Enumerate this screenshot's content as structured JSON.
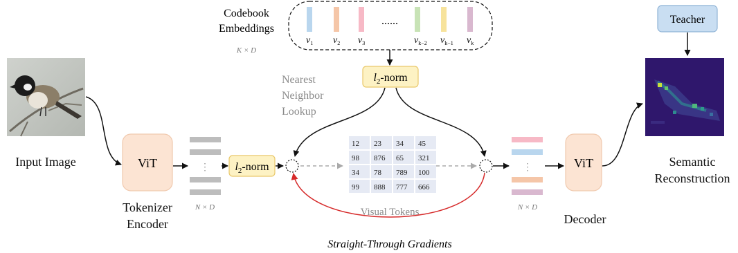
{
  "input": {
    "label": "Input Image"
  },
  "encoder": {
    "block_label": "ViT",
    "caption_line1": "Tokenizer",
    "caption_line2": "Encoder",
    "dims": "N × D"
  },
  "norm_left": {
    "label_base": "l",
    "label_sub": "2",
    "label_rest": "-norm"
  },
  "norm_top": {
    "label_base": "l",
    "label_sub": "2",
    "label_rest": "-norm"
  },
  "codebook": {
    "title_line1": "Codebook",
    "title_line2": "Embeddings",
    "dims": "K × D",
    "ellipsis": "......",
    "entries": [
      {
        "base": "v",
        "sub": "1",
        "color": "#b9d6ee"
      },
      {
        "base": "v",
        "sub": "2",
        "color": "#f5c6a8"
      },
      {
        "base": "v",
        "sub": "3",
        "color": "#f7b9c6"
      },
      {
        "base": "v",
        "sub": "k−2",
        "color": "#c8e3b6"
      },
      {
        "base": "v",
        "sub": "k−1",
        "color": "#f7e39c"
      },
      {
        "base": "v",
        "sub": "k",
        "color": "#d9b8cf"
      }
    ]
  },
  "lookup": {
    "line1": "Nearest",
    "line2": "Neighbor",
    "line3": "Lookup"
  },
  "visual_tokens": {
    "caption": "Visual Tokens",
    "rows": [
      [
        "12",
        "23",
        "34",
        "45"
      ],
      [
        "98",
        "876",
        "65",
        "321"
      ],
      [
        "34",
        "78",
        "789",
        "100"
      ],
      [
        "99",
        "888",
        "777",
        "666"
      ]
    ]
  },
  "gradients": {
    "label": "Straight-Through Gradients"
  },
  "decoder": {
    "block_label": "ViT",
    "caption": "Decoder",
    "dims": "N × D",
    "token_colors": [
      "#f7b9c6",
      "#b9d6ee",
      "#f5c6a8",
      "#d9b8cf"
    ]
  },
  "teacher": {
    "label": "Teacher"
  },
  "output": {
    "line1": "Semantic",
    "line2": "Reconstruction"
  },
  "colors": {
    "vit_fill": "#fce4d3",
    "vit_stroke": "#f0c9ae",
    "norm_fill": "#fdf2c4",
    "norm_stroke": "#e9c86a",
    "teacher_fill": "#c9def2",
    "teacher_stroke": "#8fb3d6",
    "token_cell": "#e6eaf4",
    "encoder_token": "#bdbdbd",
    "red_arrow": "#d62a2a",
    "dashed_arrow": "#aaaaaa"
  }
}
